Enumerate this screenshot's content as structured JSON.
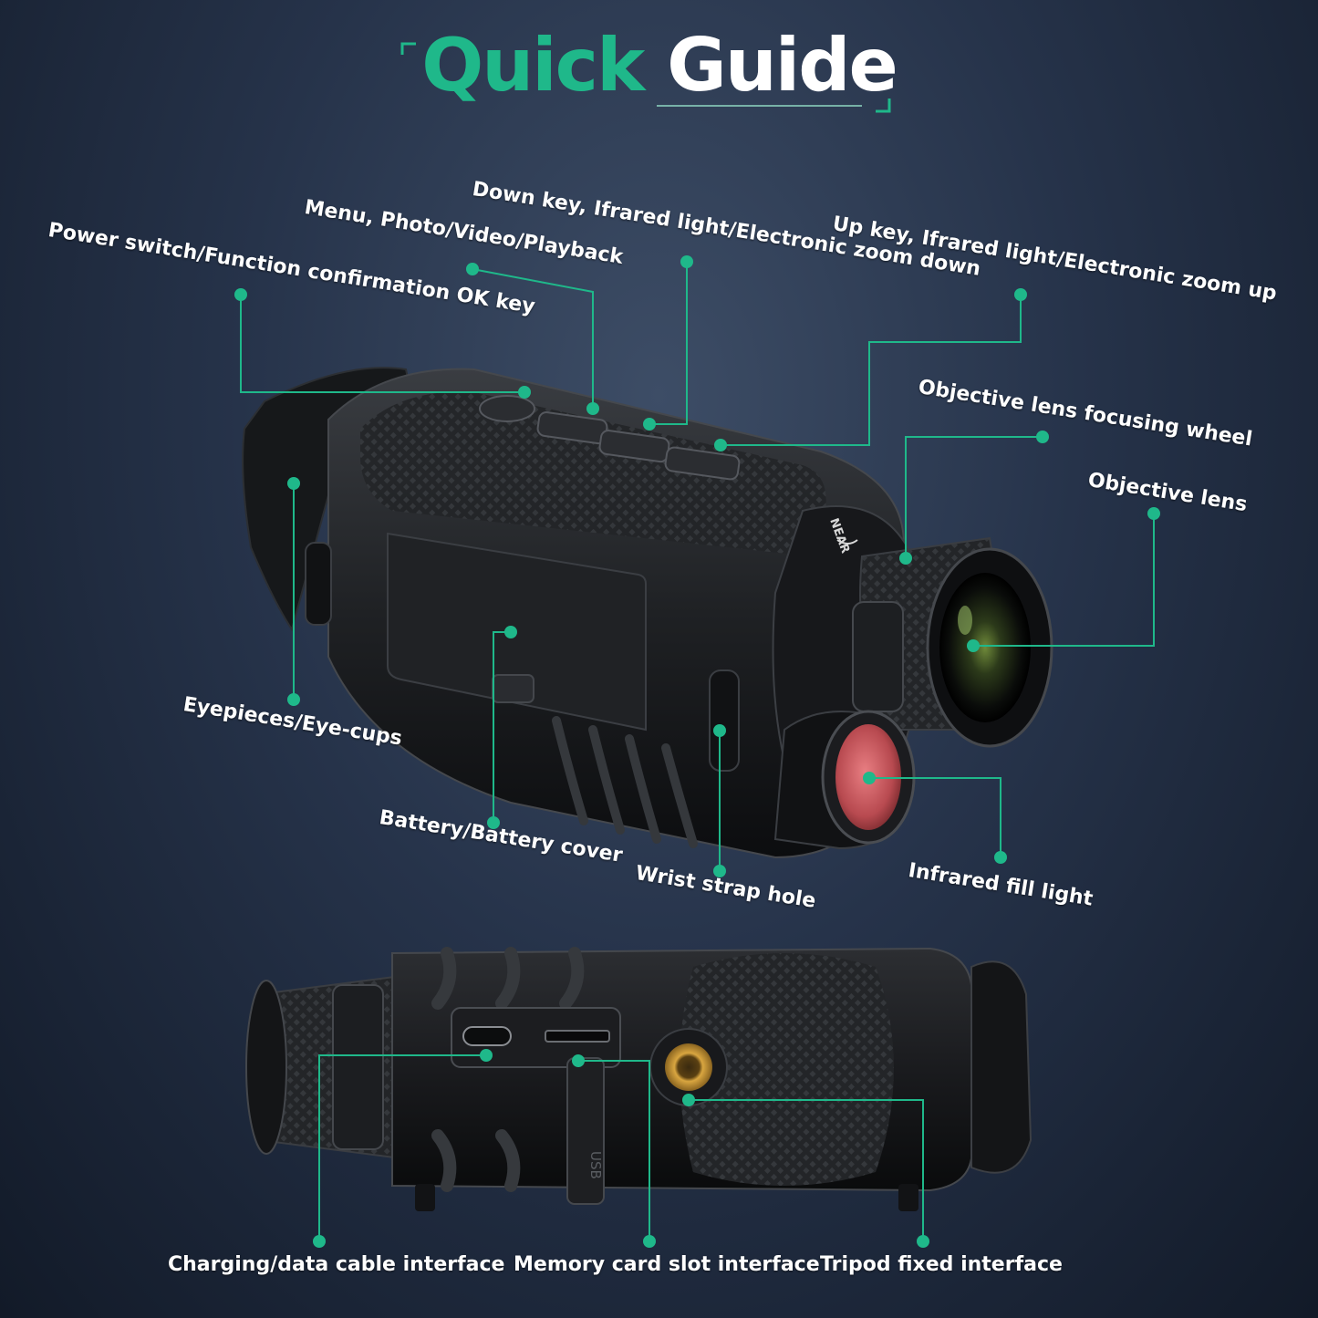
{
  "title": {
    "part1": "Quick",
    "part2": "Guide"
  },
  "colors": {
    "accent": "#1fb88a",
    "text": "#ffffff",
    "background": "#26334a"
  },
  "labels": {
    "power": "Power switch/Function confirmation OK key",
    "menu": "Menu, Photo/Video/Playback",
    "down": "Down key, Ifrared light/Electronic zoom down",
    "up": "Up key, Ifrared light/Electronic zoom up",
    "focus_wheel": "Objective lens focusing wheel",
    "objective": "Objective lens",
    "eyepiece": "Eyepieces/Eye-cups",
    "battery": "Battery/Battery cover",
    "wrist": "Wrist strap hole",
    "infrared": "Infrared fill light",
    "charging": "Charging/data cable interface",
    "memory": "Memory card slot interface",
    "tripod": "Tripod fixed interface"
  },
  "device_marks": {
    "near": "NEAR",
    "usb": "USB"
  }
}
